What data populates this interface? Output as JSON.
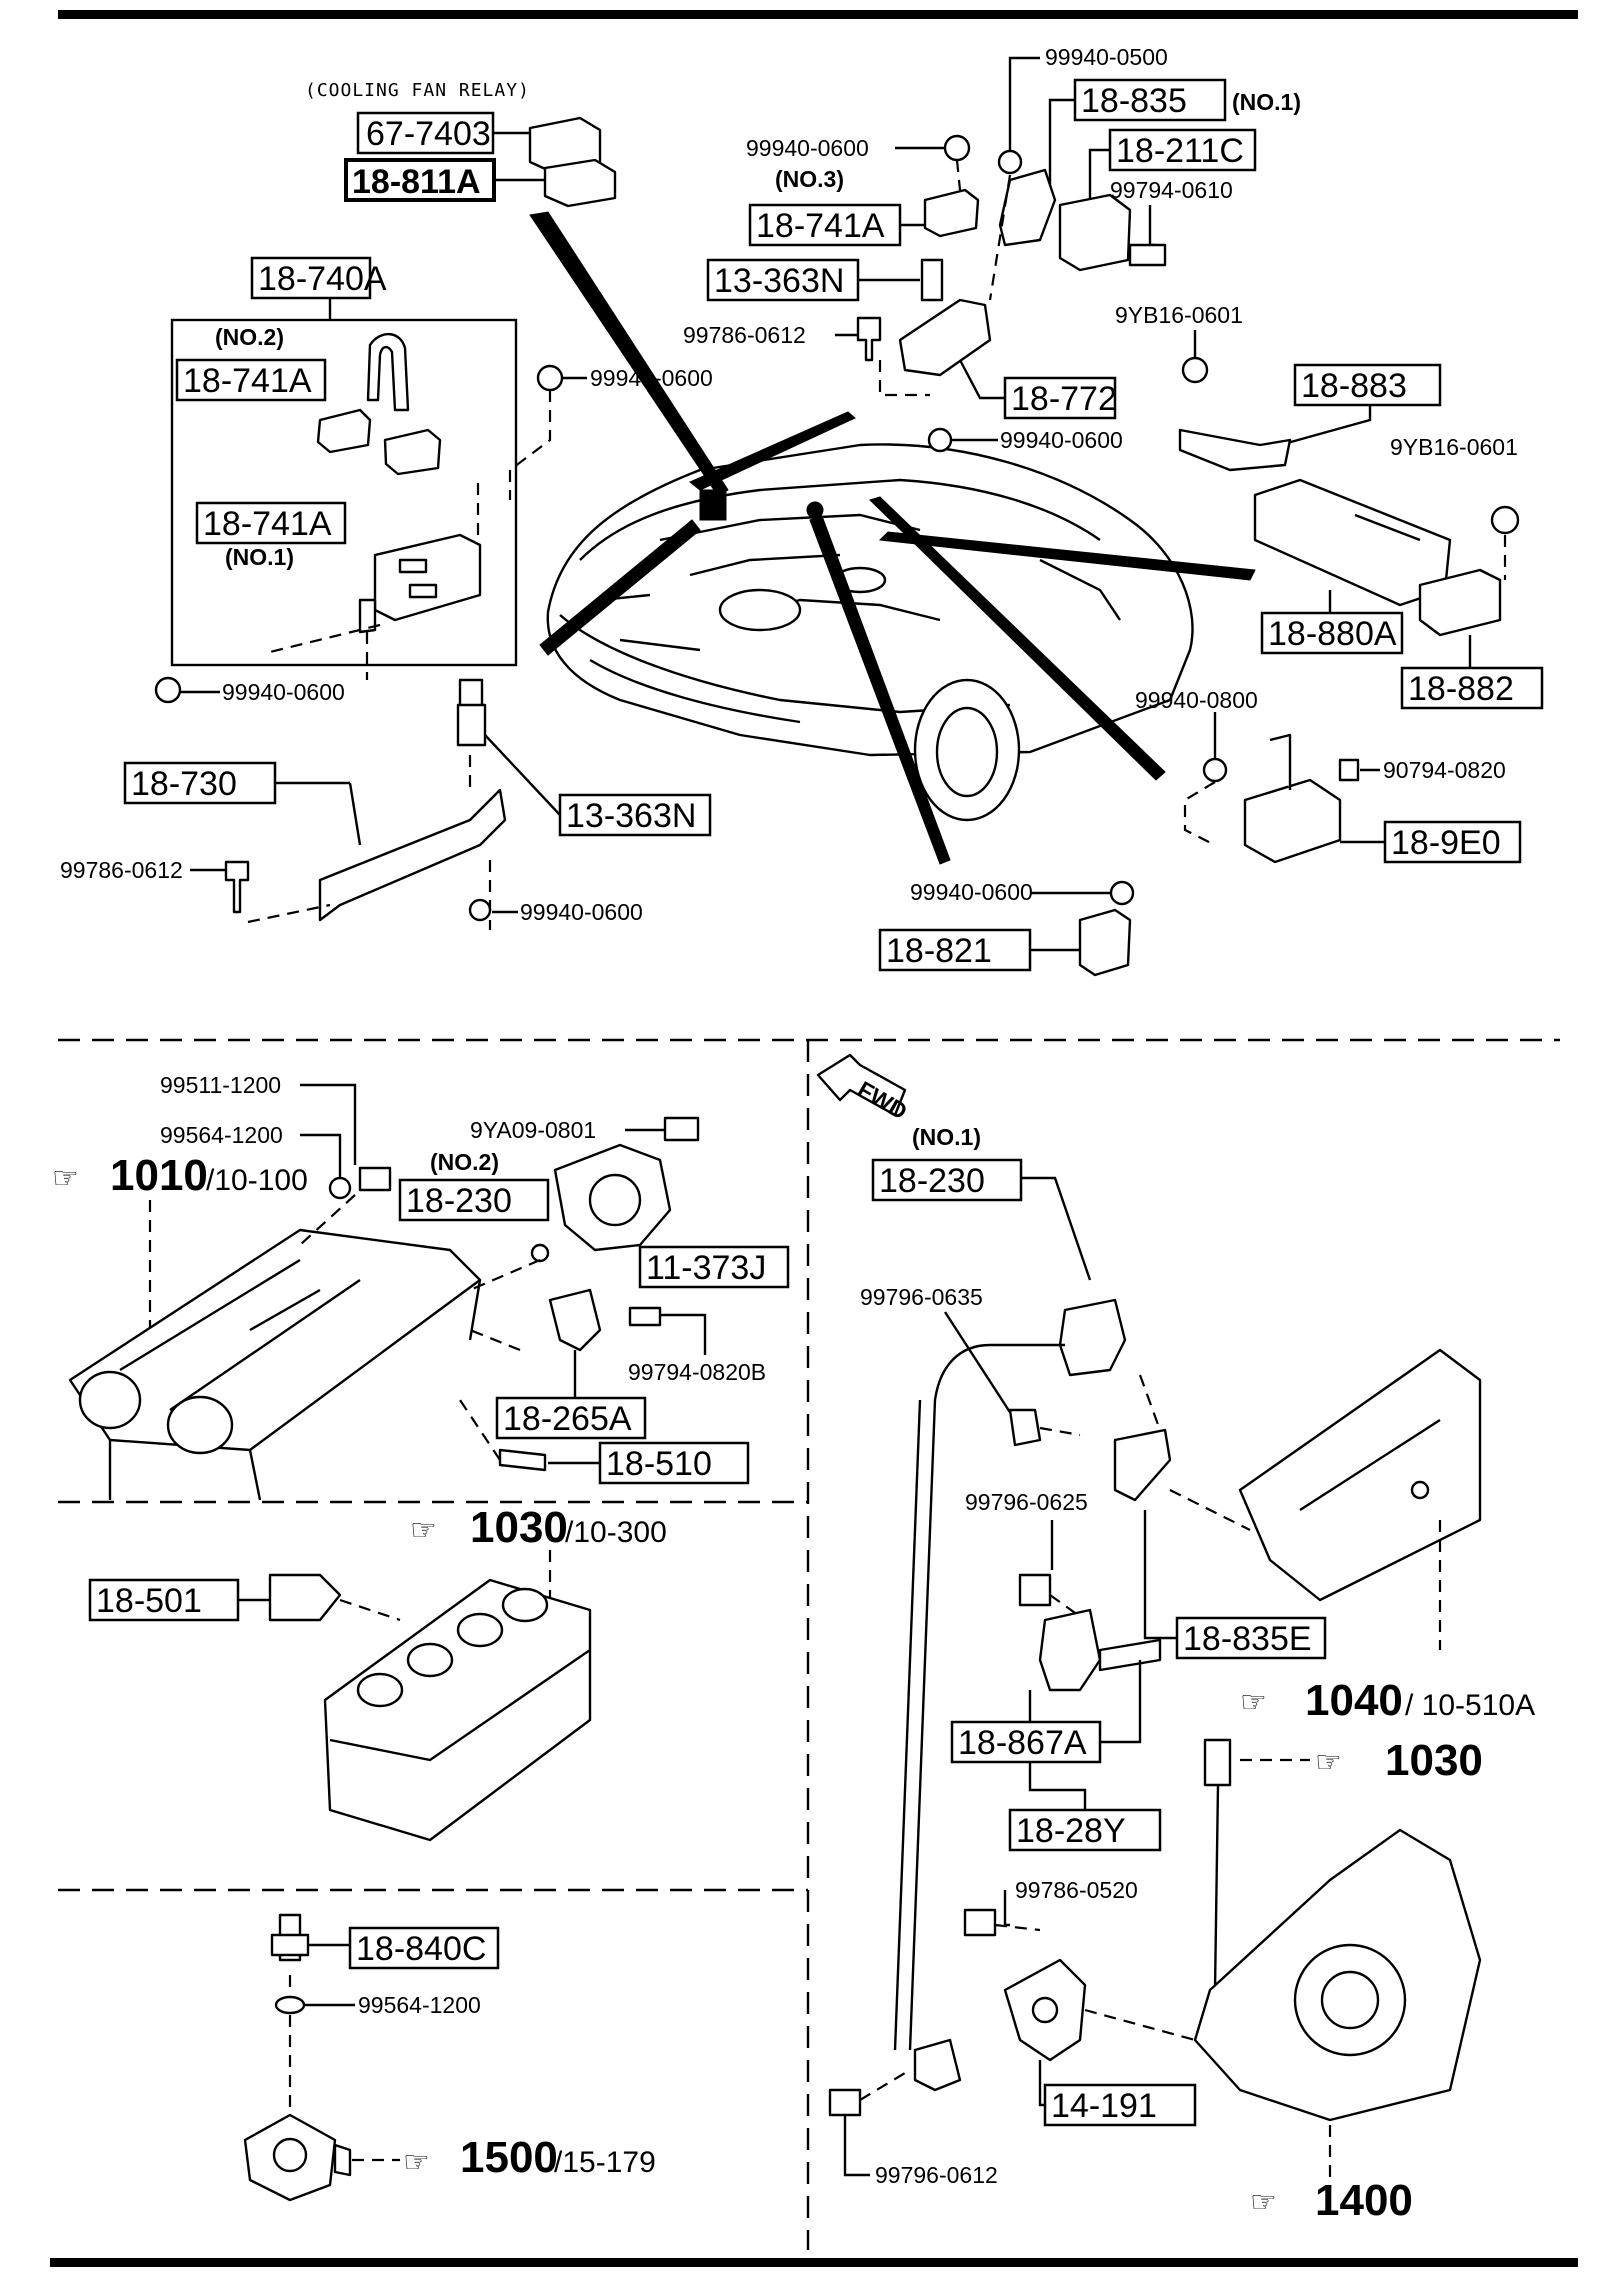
{
  "top_section": {
    "caption_cooling_fan_relay": "(COOLING FAN RELAY)",
    "boxes": {
      "b67_7403": "67-7403",
      "b18_811A": "18-811A",
      "b18_740A": "18-740A",
      "b18_741A_no2": "18-741A",
      "b18_741A_no1": "18-741A",
      "b18_730": "18-730",
      "b13_363N_lower": "13-363N",
      "b18_835": "18-835",
      "b18_211C": "18-211C",
      "b18_741A_no3": "18-741A",
      "b13_363N_upper": "13-363N",
      "b18_772": "18-772",
      "b18_883": "18-883",
      "b18_880A": "18-880A",
      "b18_882": "18-882",
      "b18_9E0": "18-9E0",
      "b18_821": "18-821"
    },
    "notes": {
      "no2": "(NO.2)",
      "no1_left": "(NO.1)",
      "no1_right": "(NO.1)",
      "no3": "(NO.3)"
    },
    "part_numbers": {
      "p_99940_0600_a": "99940-0600",
      "p_99940_0600_b": "99940-0600",
      "p_99786_0612_a": "99786-0612",
      "p_99940_0600_c": "99940-0600",
      "p_99940_0500": "99940-0500",
      "p_99940_0600_d": "99940-0600",
      "p_99794_0610": "99794-0610",
      "p_99786_0612_b": "99786-0612",
      "p_9YB16_0601_a": "9YB16-0601",
      "p_99940_0600_e": "99940-0600",
      "p_9YB16_0601_b": "9YB16-0601",
      "p_99940_0800": "99940-0800",
      "p_90794_0820": "90794-0820",
      "p_99940_0600_f": "99940-0600"
    }
  },
  "bottom_left": {
    "ref_1010_main": "1010",
    "ref_1010_sub": "/10-100",
    "p_99511_1200": "99511-1200",
    "p_99564_1200_a": "99564-1200",
    "p_9YA09_0801": "9YA09-0801",
    "note_no2": "(NO.2)",
    "b18_230": "18-230",
    "b11_373J": "11-373J",
    "p_99794_0820B": "99794-0820B",
    "b18_265A": "18-265A",
    "b18_510": "18-510",
    "ref_1030_main": "1030",
    "ref_1030_sub": "/10-300",
    "b18_501": "18-501",
    "b18_840C": "18-840C",
    "p_99564_1200_b": "99564-1200",
    "ref_1500_main": "1500",
    "ref_1500_sub": "/15-179"
  },
  "bottom_right": {
    "fwd_label": "FWD",
    "note_no1": "(NO.1)",
    "b18_230": "18-230",
    "p_99796_0635": "99796-0635",
    "p_99796_0625": "99796-0625",
    "b18_835E": "18-835E",
    "ref_1040_main": "1040",
    "ref_1040_sub": "/ 10-510A",
    "b18_867A": "18-867A",
    "ref_1030": "1030",
    "b18_28Y": "18-28Y",
    "p_99786_0520": "99786-0520",
    "b14_191": "14-191",
    "p_99796_0612": "99796-0612",
    "ref_1400": "1400"
  }
}
